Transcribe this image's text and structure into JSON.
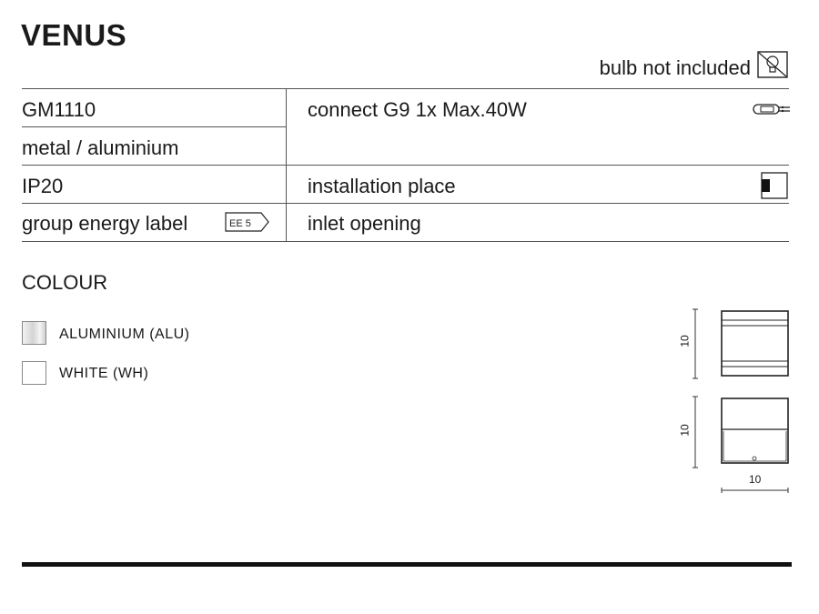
{
  "product": {
    "name": "VENUS"
  },
  "bulb": {
    "note": "bulb not included",
    "icon": "crossed-bulb-icon"
  },
  "specs": {
    "code": "GM1110",
    "material": "metal / aluminium",
    "ip": "IP20",
    "energy_label_text": "group energy label",
    "energy_badge": "EE 5",
    "connect": "connect G9 1x Max.40W",
    "installation": "installation place",
    "inlet": "inlet opening"
  },
  "colour": {
    "title": "COLOUR",
    "options": [
      {
        "label": "ALUMINIUM (ALU)",
        "color": "#d6d6d6"
      },
      {
        "label": "WHITE (WH)",
        "color": "#ffffff"
      }
    ]
  },
  "dimensions": {
    "front_height": "10",
    "side_height": "10",
    "width": "10"
  },
  "icons": [
    "g9-bulb-icon",
    "wall-installation-icon",
    "energy-label-icon",
    "crossed-bulb-icon"
  ]
}
